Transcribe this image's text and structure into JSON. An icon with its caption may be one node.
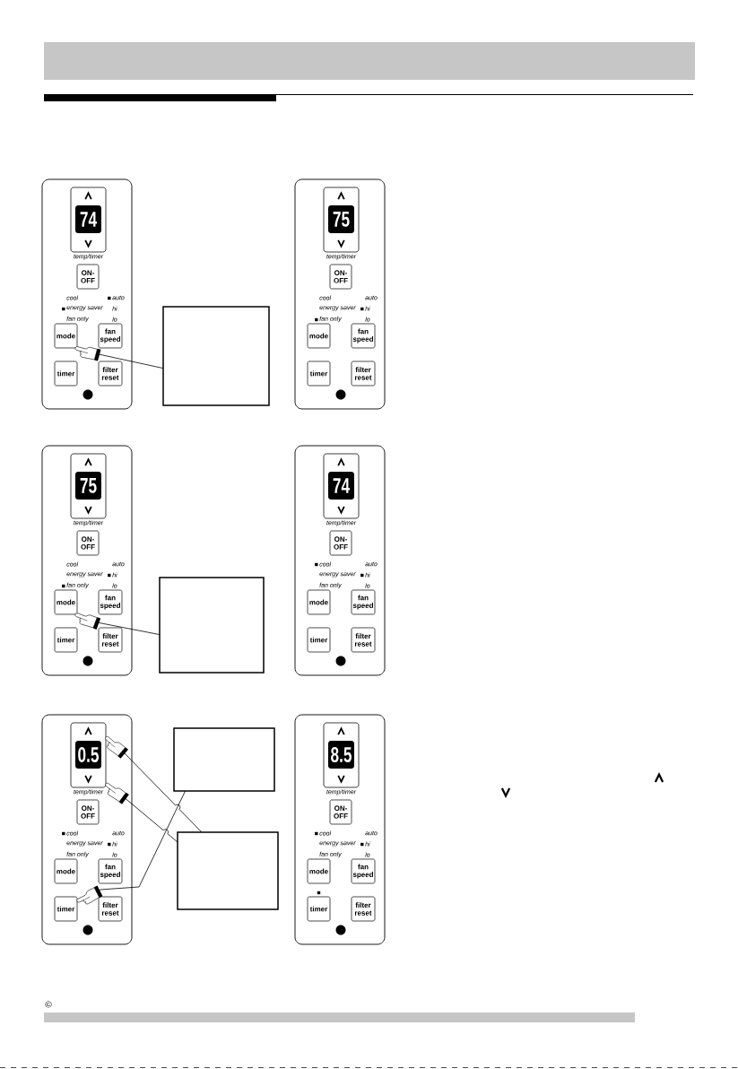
{
  "diagram": {
    "nodes": [
      {
        "text": [],
        "shape": "box"
      },
      {
        "text": [],
        "shape": "box",
        "in": 0,
        "beside": [
          "temp/timer"
        ]
      },
      {
        "text": [
          "74"
        ],
        "in": 1
      },
      {
        "text": [
          "ON- OFF"
        ],
        "in": 0
      },
      {
        "text": [
          "mode"
        ],
        "in": 0,
        "beside": [
          "cool",
          "energy saver",
          "fan only"
        ]
      },
      {
        "text": [
          "fan speed"
        ],
        "in": 0,
        "beside": [
          "auto",
          "hi",
          "lo"
        ]
      },
      {
        "text": [
          "timer"
        ],
        "in": 0
      },
      {
        "text": [
          "filter reset"
        ],
        "in": 0
      },
      {
        "text": [],
        "shape": "box"
      },
      {
        "text": [],
        "shape": "box"
      },
      {
        "text": [],
        "shape": "box",
        "in": 9,
        "beside": [
          "temp/timer"
        ]
      },
      {
        "text": [
          "75"
        ],
        "in": 10
      },
      {
        "text": [
          "ON- OFF"
        ],
        "in": 9
      },
      {
        "text": [
          "mode"
        ],
        "in": 9,
        "beside": [
          "cool",
          "energy saver",
          "fan only"
        ]
      },
      {
        "text": [
          "fan speed"
        ],
        "in": 9,
        "beside": [
          "auto",
          "hi",
          "lo"
        ]
      },
      {
        "text": [
          "timer"
        ],
        "in": 9
      },
      {
        "text": [
          "filter reset"
        ],
        "in": 9
      },
      {
        "text": [],
        "shape": "box"
      },
      {
        "text": [],
        "shape": "box",
        "in": 17,
        "beside": [
          "temp/timer"
        ]
      },
      {
        "text": [
          "75"
        ],
        "in": 18
      },
      {
        "text": [
          "ON- OFF"
        ],
        "in": 17
      },
      {
        "text": [
          "mode"
        ],
        "in": 17,
        "beside": [
          "cool",
          "energy saver",
          "fan only"
        ]
      },
      {
        "text": [
          "fan speed"
        ],
        "in": 17,
        "beside": [
          "auto",
          "hi",
          "lo"
        ]
      },
      {
        "text": [
          "timer"
        ],
        "in": 17
      },
      {
        "text": [
          "filter reset"
        ],
        "in": 17
      },
      {
        "text": [],
        "shape": "box"
      },
      {
        "text": [],
        "shape": "box"
      },
      {
        "text": [],
        "shape": "box",
        "in": 26,
        "beside": [
          "temp/timer"
        ]
      },
      {
        "text": [
          "74"
        ],
        "in": 27
      },
      {
        "text": [
          "ON- OFF"
        ],
        "in": 26
      },
      {
        "text": [
          "mode"
        ],
        "in": 26,
        "beside": [
          "cool",
          "energy saver",
          "fan only"
        ]
      },
      {
        "text": [
          "fan speed"
        ],
        "in": 26,
        "beside": [
          "auto",
          "hi",
          "lo"
        ]
      },
      {
        "text": [
          "timer"
        ],
        "in": 26
      },
      {
        "text": [
          "filter reset"
        ],
        "in": 26
      },
      {
        "text": [],
        "shape": "box"
      },
      {
        "text": [],
        "shape": "box",
        "in": 34,
        "beside": [
          "temp/timer"
        ]
      },
      {
        "text": [
          "0.5"
        ],
        "in": 35
      },
      {
        "text": [
          "ON- OFF"
        ],
        "in": 34
      },
      {
        "text": [
          "mode"
        ],
        "in": 34,
        "beside": [
          "cool",
          "energy saver",
          "fan only"
        ]
      },
      {
        "text": [
          "fan speed"
        ],
        "in": 34,
        "beside": [
          "auto",
          "hi",
          "lo"
        ]
      },
      {
        "text": [
          "timer"
        ],
        "in": 34
      },
      {
        "text": [
          "filter reset"
        ],
        "in": 34
      },
      {
        "text": [],
        "shape": "box"
      },
      {
        "text": [],
        "shape": "box"
      },
      {
        "text": [],
        "shape": "box"
      },
      {
        "text": [],
        "shape": "box",
        "in": 44,
        "beside": [
          "temp/timer"
        ]
      },
      {
        "text": [
          "8.5"
        ],
        "in": 45
      },
      {
        "text": [
          "ON- OFF"
        ],
        "in": 44
      },
      {
        "text": [
          "mode"
        ],
        "in": 44,
        "beside": [
          "cool",
          "energy saver",
          "fan only"
        ]
      },
      {
        "text": [
          "fan speed"
        ],
        "in": 44,
        "beside": [
          "auto",
          "hi",
          "lo"
        ]
      },
      {
        "text": [
          "timer"
        ],
        "in": 44
      },
      {
        "text": [
          "filter reset"
        ],
        "in": 44
      }
    ],
    "edges": [
      {
        "from": 8,
        "to": 4,
        "arrow": "to"
      },
      {
        "from": 25,
        "to": 21,
        "arrow": "to"
      },
      {
        "from": 43,
        "to": 35,
        "arrow": "to"
      },
      {
        "from": 43,
        "to": 35,
        "arrow": "to"
      },
      {
        "from": 42,
        "to": 40,
        "arrow": "to"
      }
    ],
    "labels": [
      "©"
    ]
  }
}
